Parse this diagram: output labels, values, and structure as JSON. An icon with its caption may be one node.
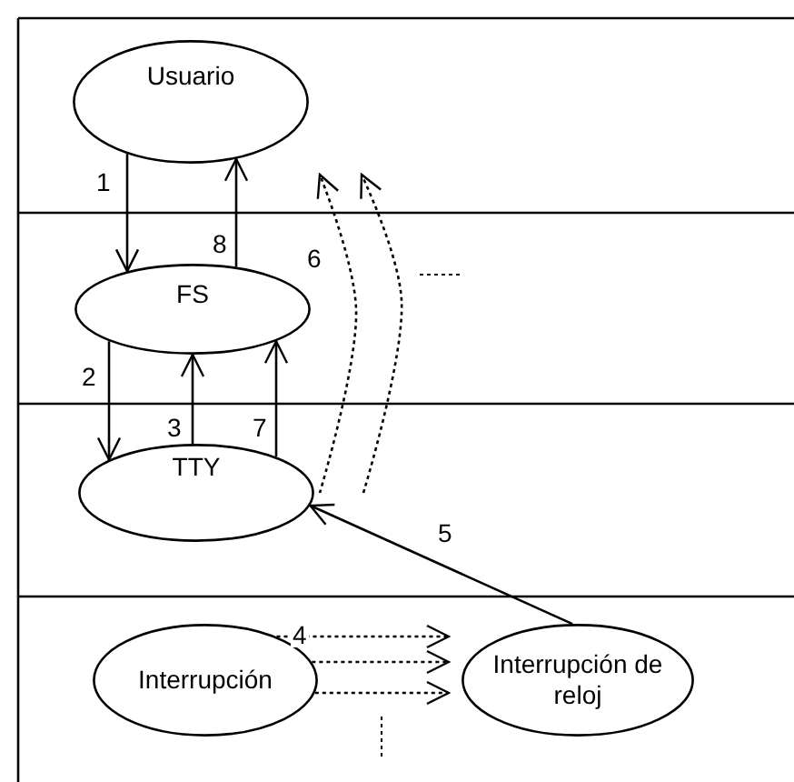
{
  "diagram": {
    "nodes": [
      {
        "text": [
          "Usuario"
        ]
      },
      {
        "text": [
          "FS"
        ]
      },
      {
        "text": [
          "TTY"
        ]
      },
      {
        "text": [
          "Interrupción"
        ]
      },
      {
        "text": [
          "Interrupción de reloj"
        ]
      }
    ],
    "edges": [
      {
        "from": 0,
        "to": 1,
        "arrow": "to",
        "label": "1"
      },
      {
        "from": 1,
        "to": 0,
        "arrow": "to",
        "label": "8"
      },
      {
        "from": 1,
        "to": 2,
        "arrow": "to",
        "label": "2"
      },
      {
        "from": 2,
        "to": 1,
        "arrow": "to",
        "label": "3"
      },
      {
        "from": 2,
        "to": 1,
        "arrow": "to",
        "label": "7"
      },
      {
        "from": 2,
        "to": null,
        "arrow": "to",
        "label": "6",
        "style": "dashed"
      },
      {
        "from": 2,
        "to": null,
        "arrow": "to",
        "style": "dashed"
      },
      {
        "from": 4,
        "to": 2,
        "arrow": "to",
        "label": "5"
      },
      {
        "from": 3,
        "to": 4,
        "arrow": "to",
        "label": "4",
        "style": "dashed"
      },
      {
        "from": 3,
        "to": 4,
        "arrow": "to",
        "style": "dashed"
      },
      {
        "from": 3,
        "to": 4,
        "arrow": "to",
        "style": "dashed"
      }
    ]
  }
}
